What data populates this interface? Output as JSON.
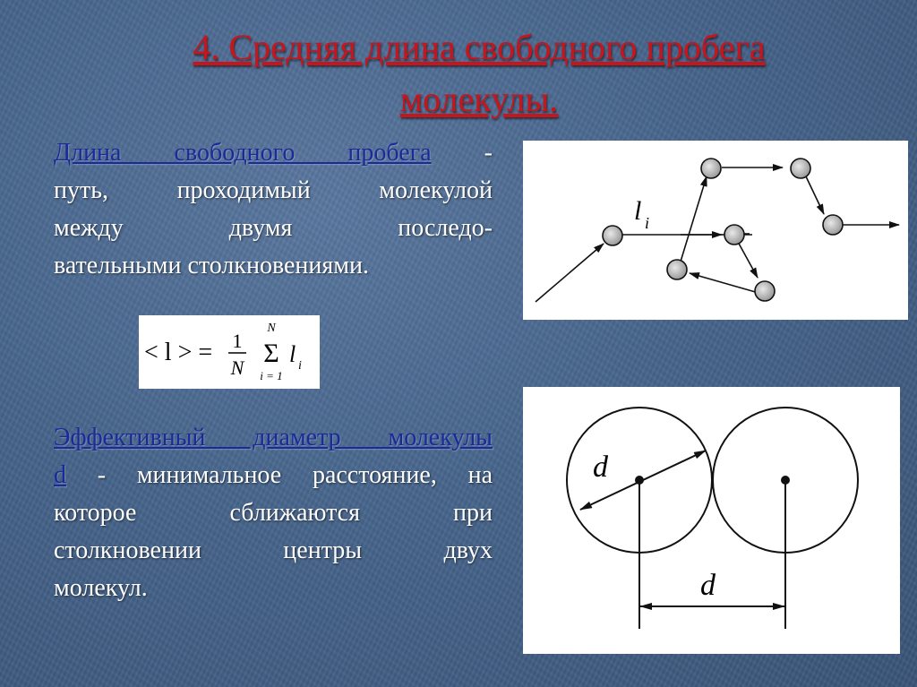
{
  "slide": {
    "title_line1": "4. Средняя длина свободного пробега",
    "title_line2": "молекулы.",
    "definition1": {
      "term": "Длина свободного пробега",
      "text_lines": [
        " - ",
        "путь, проходимый молекулой",
        "между двумя последо-",
        "вательными столкновениями."
      ]
    },
    "formula": {
      "lhs": "< l > =",
      "frac_num": "1",
      "frac_den": "N",
      "sum_top": "N",
      "sum_symbol": "Σ",
      "sum_bottom": "i = 1",
      "term": "l",
      "term_sub": "i"
    },
    "definition2": {
      "term": "Эффективный диаметр молекулы",
      "symbol": "d",
      "text_after_symbol": " - минимальное расстояние, на",
      "text_lines": [
        "которое сближаются при",
        "столкновении центры двух",
        "молекул."
      ]
    },
    "diagram1": {
      "label": "l",
      "label_sub": "i"
    },
    "diagram2": {
      "label_radius": "d",
      "label_distance": "d"
    }
  },
  "colors": {
    "title": "#c8151b",
    "term": "#1a2a9a",
    "text": "#ffffff",
    "background": "#47658c"
  }
}
